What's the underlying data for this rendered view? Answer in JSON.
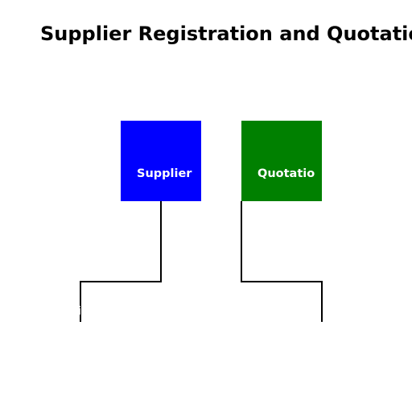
{
  "diagram": {
    "title": "Supplier Registration and Quotatio",
    "nodes": [
      {
        "id": "supplier",
        "label": "Supplier",
        "color": "#0000ff"
      },
      {
        "id": "quotation",
        "label": "Quotatio",
        "color": "#008000"
      }
    ],
    "edges": [
      {
        "from": "supplier",
        "to": "downstream-left"
      },
      {
        "from": "quotation",
        "to": "downstream-right"
      }
    ],
    "stray_glyph": "i"
  }
}
